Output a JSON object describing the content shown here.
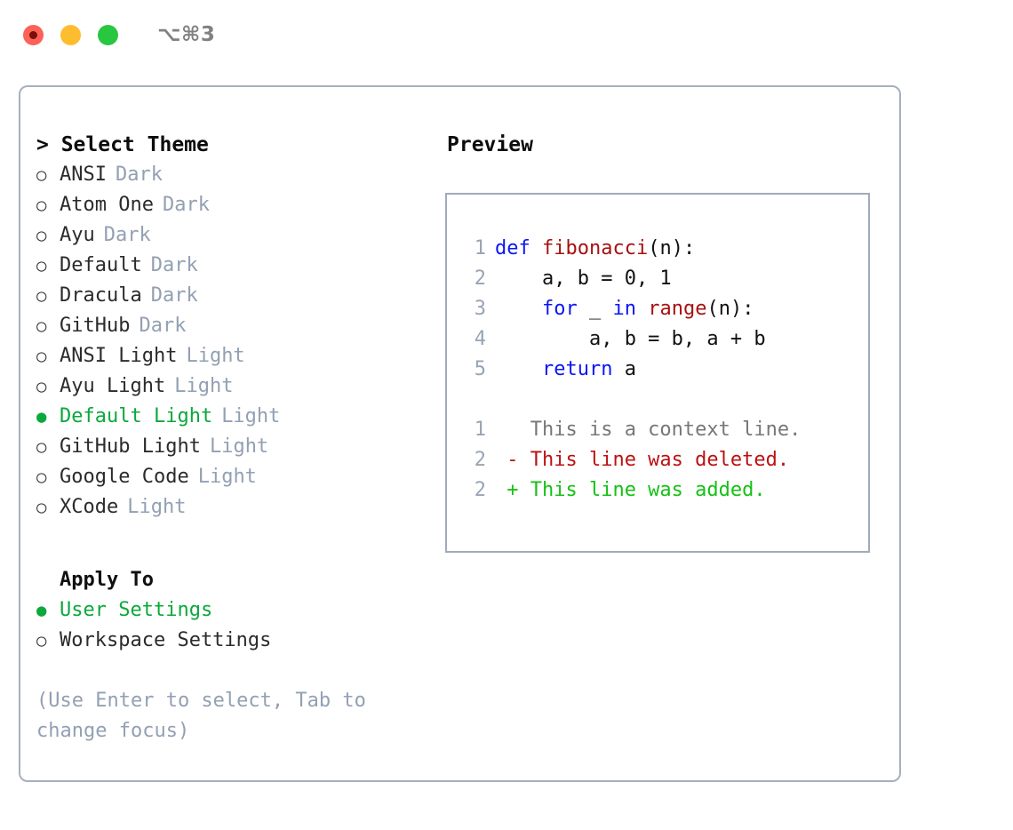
{
  "titlebar": {
    "buttons": [
      {
        "name": "close",
        "color": "#fd6157"
      },
      {
        "name": "minimize",
        "color": "#febc2f"
      },
      {
        "name": "zoom",
        "color": "#29c73f"
      }
    ],
    "shortcut": "⌥⌘3"
  },
  "theme_list": {
    "header": "> Select Theme",
    "selected_marker": "●",
    "unselected_marker": "○",
    "items": [
      {
        "label": "ANSI",
        "tag": "Dark",
        "selected": false
      },
      {
        "label": "Atom One",
        "tag": "Dark",
        "selected": false
      },
      {
        "label": "Ayu",
        "tag": "Dark",
        "selected": false
      },
      {
        "label": "Default",
        "tag": "Dark",
        "selected": false
      },
      {
        "label": "Dracula",
        "tag": "Dark",
        "selected": false
      },
      {
        "label": "GitHub",
        "tag": "Dark",
        "selected": false
      },
      {
        "label": "ANSI Light",
        "tag": "Light",
        "selected": false
      },
      {
        "label": "Ayu Light",
        "tag": "Light",
        "selected": false
      },
      {
        "label": "Default Light",
        "tag": "Light",
        "selected": true
      },
      {
        "label": "GitHub Light",
        "tag": "Light",
        "selected": false
      },
      {
        "label": "Google Code",
        "tag": "Light",
        "selected": false
      },
      {
        "label": "XCode",
        "tag": "Light",
        "selected": false
      }
    ]
  },
  "apply_to": {
    "title": "Apply To",
    "items": [
      {
        "label": "User Settings",
        "selected": true
      },
      {
        "label": "Workspace Settings",
        "selected": false
      }
    ]
  },
  "hint": "(Use Enter to select, Tab to change focus)",
  "preview": {
    "title": "Preview",
    "code_lines": [
      {
        "no": "1",
        "segments": [
          {
            "text": "def ",
            "kind": "kw"
          },
          {
            "text": "fibonacci",
            "kind": "fn"
          },
          {
            "text": "(n):",
            "kind": "txt"
          }
        ]
      },
      {
        "no": "2",
        "segments": [
          {
            "text": "    a, b = 0, 1",
            "kind": "txt"
          }
        ]
      },
      {
        "no": "3",
        "segments": [
          {
            "text": "    ",
            "kind": "txt"
          },
          {
            "text": "for",
            "kind": "kw"
          },
          {
            "text": " _ ",
            "kind": "txt"
          },
          {
            "text": "in ",
            "kind": "kw"
          },
          {
            "text": "range",
            "kind": "fn"
          },
          {
            "text": "(n):",
            "kind": "txt"
          }
        ]
      },
      {
        "no": "4",
        "segments": [
          {
            "text": "        a, b = b, a + b",
            "kind": "txt"
          }
        ]
      },
      {
        "no": "5",
        "segments": [
          {
            "text": "    ",
            "kind": "txt"
          },
          {
            "text": "return",
            "kind": "kw"
          },
          {
            "text": " a",
            "kind": "txt"
          }
        ]
      }
    ],
    "diff_lines": [
      {
        "no": "1",
        "marker": " ",
        "text": "This is a context line.",
        "kind": "ctx"
      },
      {
        "no": "2",
        "marker": "-",
        "text": "This line was deleted.",
        "kind": "del"
      },
      {
        "no": "2",
        "marker": "+",
        "text": "This line was added.",
        "kind": "add"
      }
    ]
  },
  "colors": {
    "accent_green": "#0ba83c",
    "muted": "#93a0b3",
    "keyword_blue": "#0c16f2",
    "function_red": "#a81010",
    "diff_delete": "#bc1111",
    "diff_add": "#16c016",
    "border": "#a6b0c0"
  }
}
